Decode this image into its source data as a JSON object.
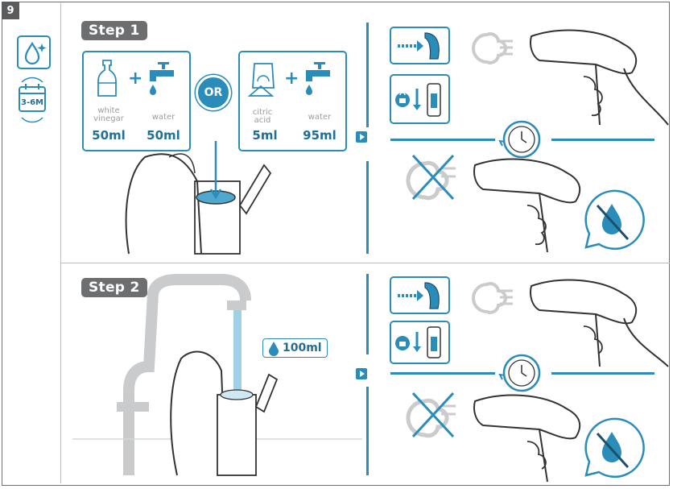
{
  "page": {
    "step_number": "9"
  },
  "sidebar": {
    "interval_label": "3-6M"
  },
  "step1": {
    "label": "Step 1",
    "option_a": {
      "ingredient1": "white vinegar",
      "amount1": "50ml",
      "ingredient2": "water",
      "amount2": "50ml"
    },
    "or_label": "OR",
    "option_b": {
      "ingredient1": "citric acid",
      "amount1": "5ml",
      "ingredient2": "water",
      "amount2": "95ml"
    }
  },
  "step2": {
    "label": "Step 2",
    "amount": "100ml"
  },
  "icons": [
    "water-drop-sparkle-icon",
    "calendar-icon",
    "decanter-icon",
    "tap-icon",
    "powder-bag-icon",
    "next-arrow-icon",
    "trigger-press-icon",
    "lock-tank-icon",
    "steam-icon",
    "timer-icon",
    "no-steam-icon",
    "no-drip-icon"
  ],
  "colors": {
    "accent": "#2a8cb8",
    "label_bg": "#6d6e70",
    "line": "#b9bbbd"
  }
}
